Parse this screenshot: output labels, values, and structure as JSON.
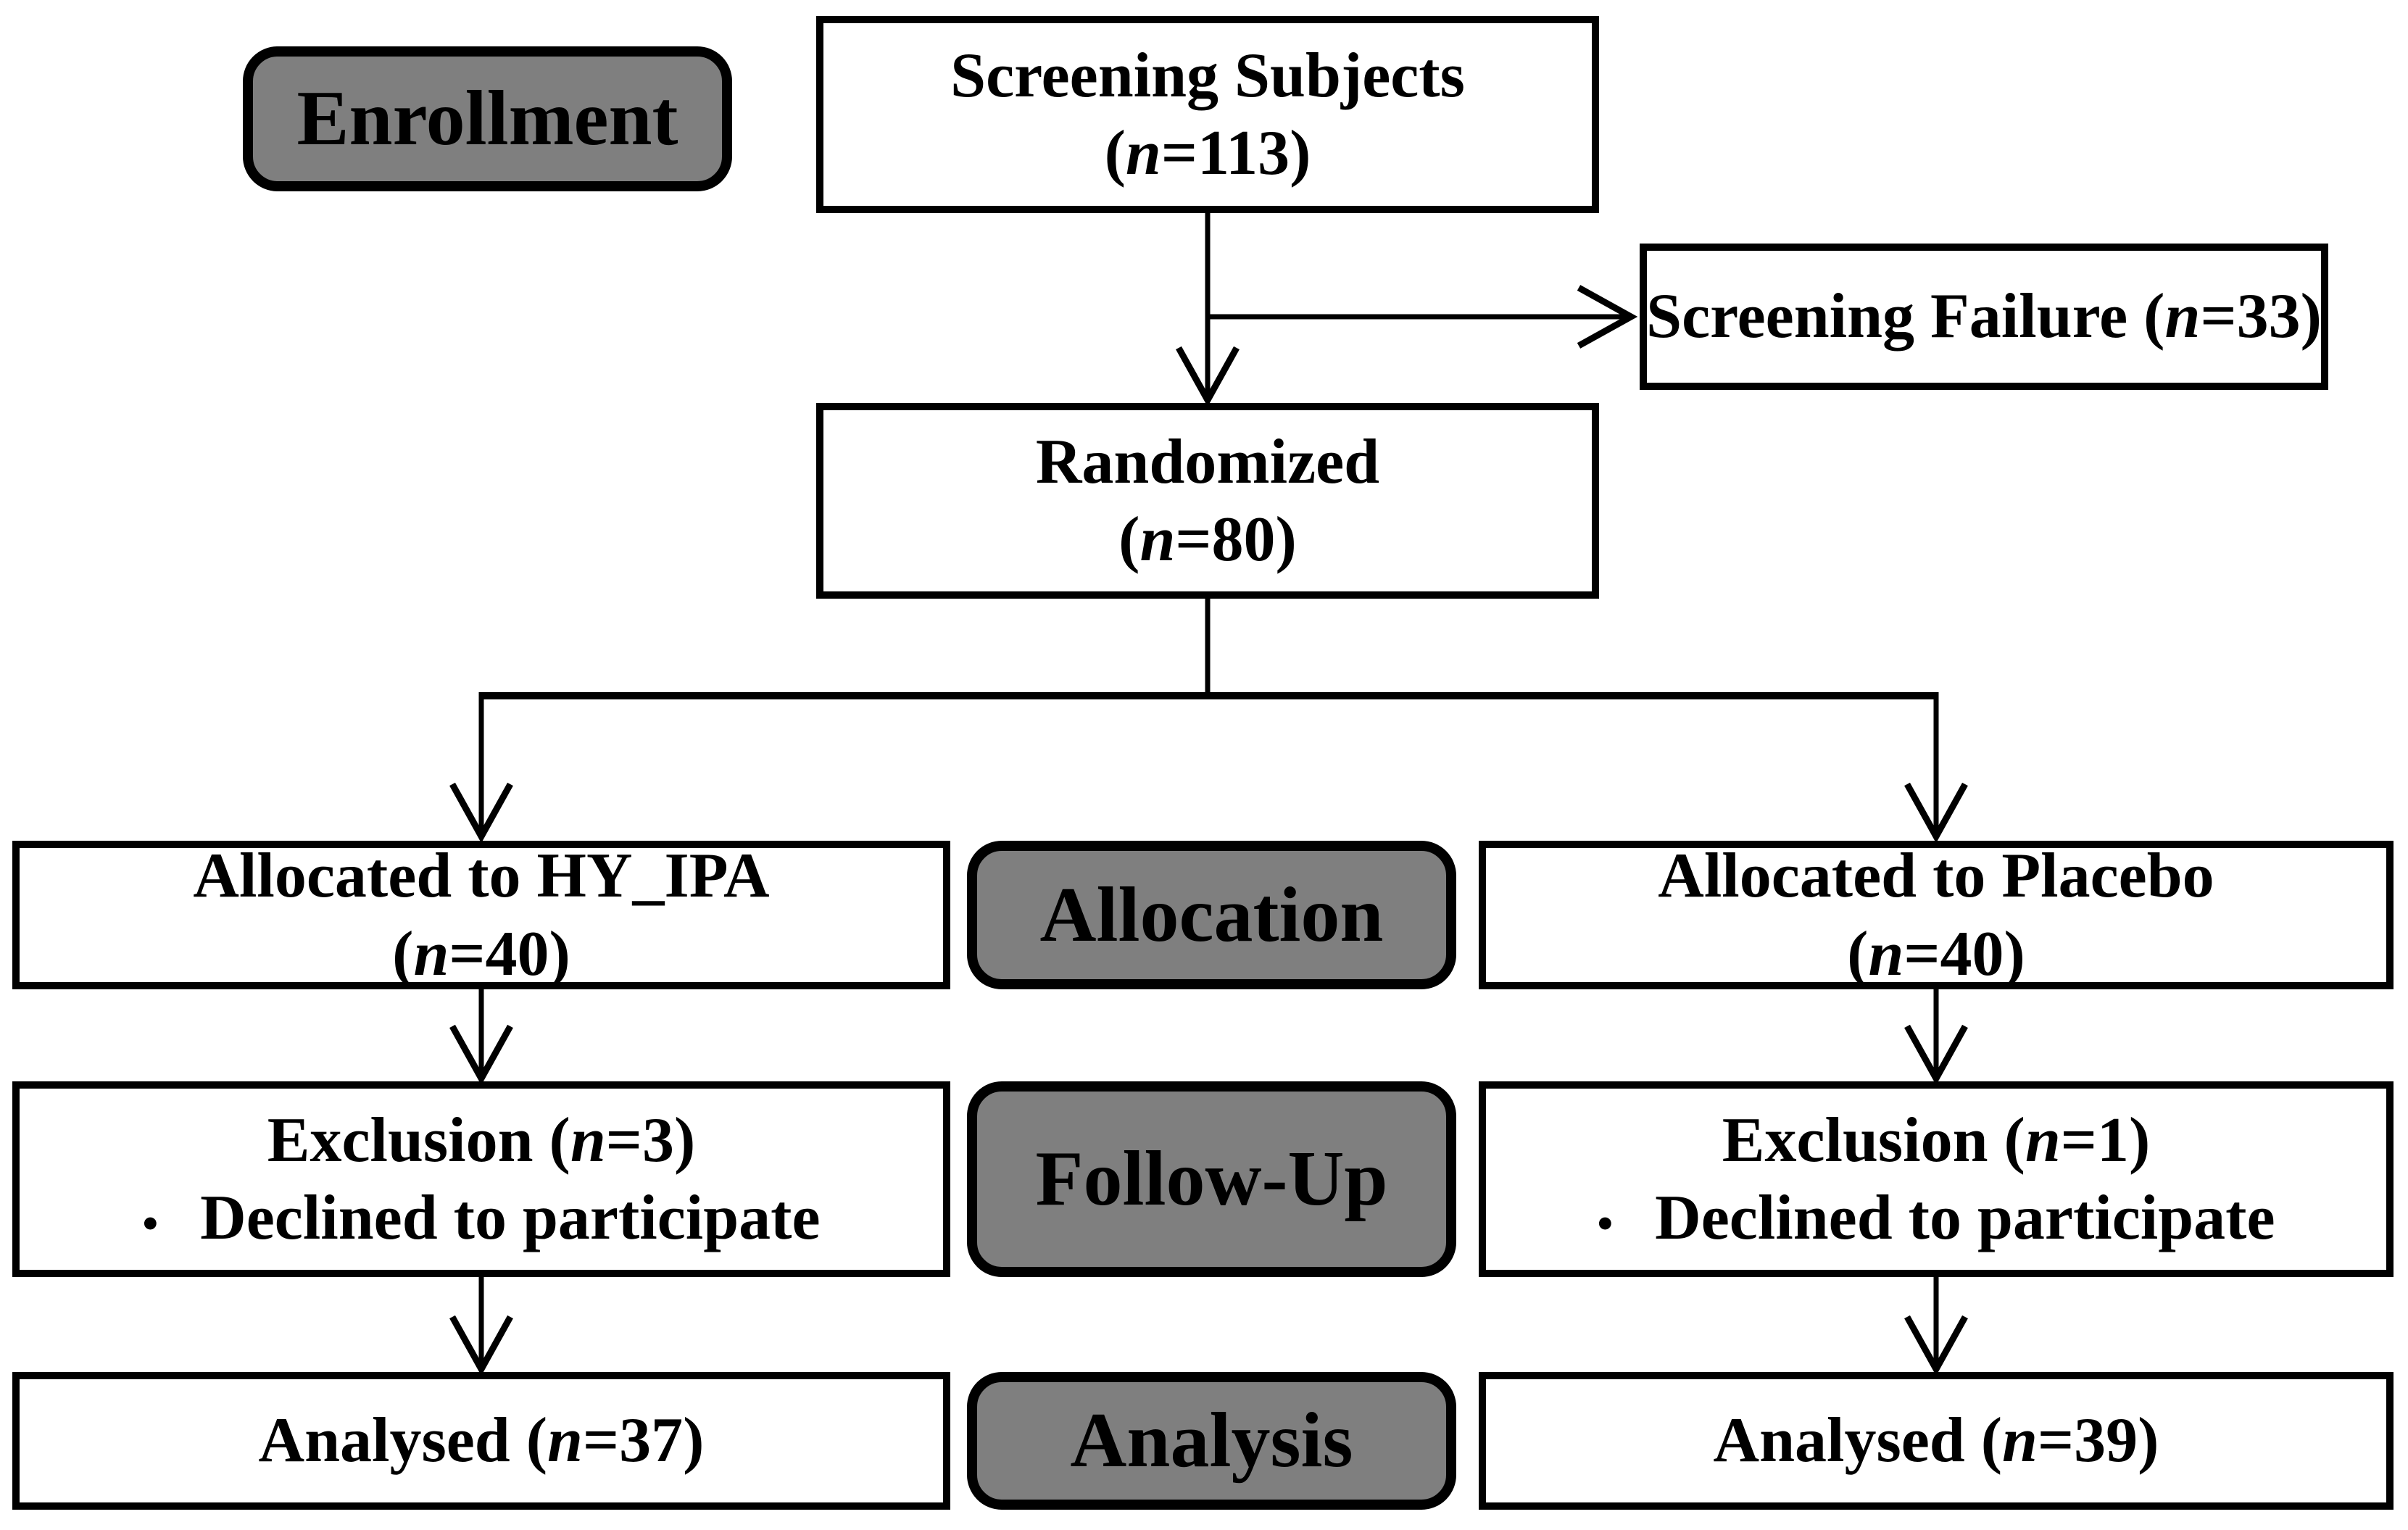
{
  "colors": {
    "gray_fill": "#7f7f7f",
    "line": "#000000",
    "background": "#ffffff",
    "text": "#000000"
  },
  "stages": {
    "enrollment": "Enrollment",
    "allocation": "Allocation",
    "follow_up": "Follow-Up",
    "analysis": "Analysis"
  },
  "nodes": {
    "screening": {
      "title": "Screening Subjects",
      "n": "(n=113)"
    },
    "screening_failure": {
      "title": "Screening Failure",
      "n": "(n=33)"
    },
    "randomized": {
      "title": "Randomized",
      "n": "(n=80)"
    },
    "alloc_hyipa": {
      "title": "Allocated to HY_IPA",
      "n": "(n=40)"
    },
    "alloc_placebo": {
      "title": "Allocated to Placebo",
      "n": "(n=40)"
    },
    "excl_hyipa": {
      "title": "Exclusion",
      "n": "(n=3)",
      "bullet": "•",
      "reason": "Declined to participate"
    },
    "excl_placebo": {
      "title": "Exclusion",
      "n": "(n=1)",
      "bullet": "•",
      "reason": "Declined to participate"
    },
    "analysed_hyipa": {
      "title": "Analysed",
      "n": "(n=37)"
    },
    "analysed_placebo": {
      "title": "Analysed",
      "n": "(n=39)"
    }
  }
}
